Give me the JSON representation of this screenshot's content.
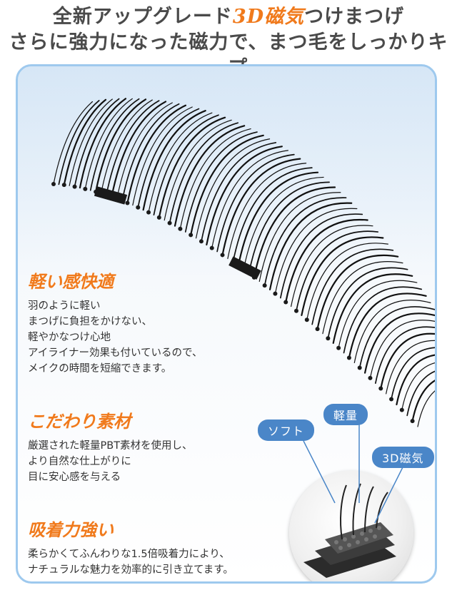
{
  "headline": {
    "line1_a": "全新アップグレード",
    "line1_accent": "3D磁気",
    "line1_b": "つけまつげ",
    "line2": "さらに強力になった磁力で、まつ毛をしっかりキープ"
  },
  "features": [
    {
      "title": "軽い感快適",
      "lines": [
        "羽のように軽い",
        "まつげに負担をかけない、",
        "軽やかなつけ心地",
        "アイライナー効果も付いているので、",
        "メイクの時間を短縮できます。"
      ]
    },
    {
      "title": "こだわり素材",
      "lines": [
        "厳選された軽量PBT素材を使用し、",
        "より自然な仕上がりに",
        "目に安心感を与える"
      ]
    },
    {
      "title": "吸着力強い",
      "lines": [
        "柔らかくてふんわりな1.5倍吸着力により、",
        "ナチュラルな魅力を効率的に引き立てます。"
      ]
    }
  ],
  "tags": {
    "soft": "ソフト",
    "light": "軽量",
    "magnetic": "3D磁気"
  },
  "colors": {
    "accent": "#f07a1c",
    "tag": "#4a86c8",
    "border": "#9ec9ee"
  }
}
